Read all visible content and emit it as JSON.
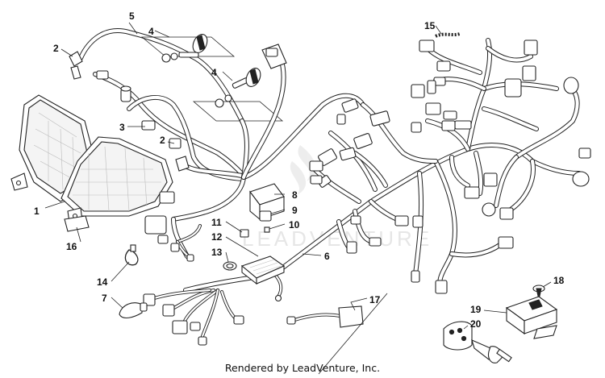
{
  "callouts": [
    {
      "id": "1",
      "label": "1"
    },
    {
      "id": "2a",
      "label": "2"
    },
    {
      "id": "2b",
      "label": "2"
    },
    {
      "id": "3",
      "label": "3"
    },
    {
      "id": "4a",
      "label": "4"
    },
    {
      "id": "4b",
      "label": "4"
    },
    {
      "id": "5",
      "label": "5"
    },
    {
      "id": "6",
      "label": "6"
    },
    {
      "id": "7",
      "label": "7"
    },
    {
      "id": "8",
      "label": "8"
    },
    {
      "id": "9",
      "label": "9"
    },
    {
      "id": "10",
      "label": "10"
    },
    {
      "id": "11",
      "label": "11"
    },
    {
      "id": "12",
      "label": "12"
    },
    {
      "id": "13",
      "label": "13"
    },
    {
      "id": "14",
      "label": "14"
    },
    {
      "id": "15",
      "label": "15"
    },
    {
      "id": "16",
      "label": "16"
    },
    {
      "id": "17",
      "label": "17"
    },
    {
      "id": "18",
      "label": "18"
    },
    {
      "id": "19",
      "label": "19"
    },
    {
      "id": "20",
      "label": "20"
    }
  ],
  "watermark": "LEADVENTURE",
  "footer": "Rendered by LeadVenture, Inc."
}
